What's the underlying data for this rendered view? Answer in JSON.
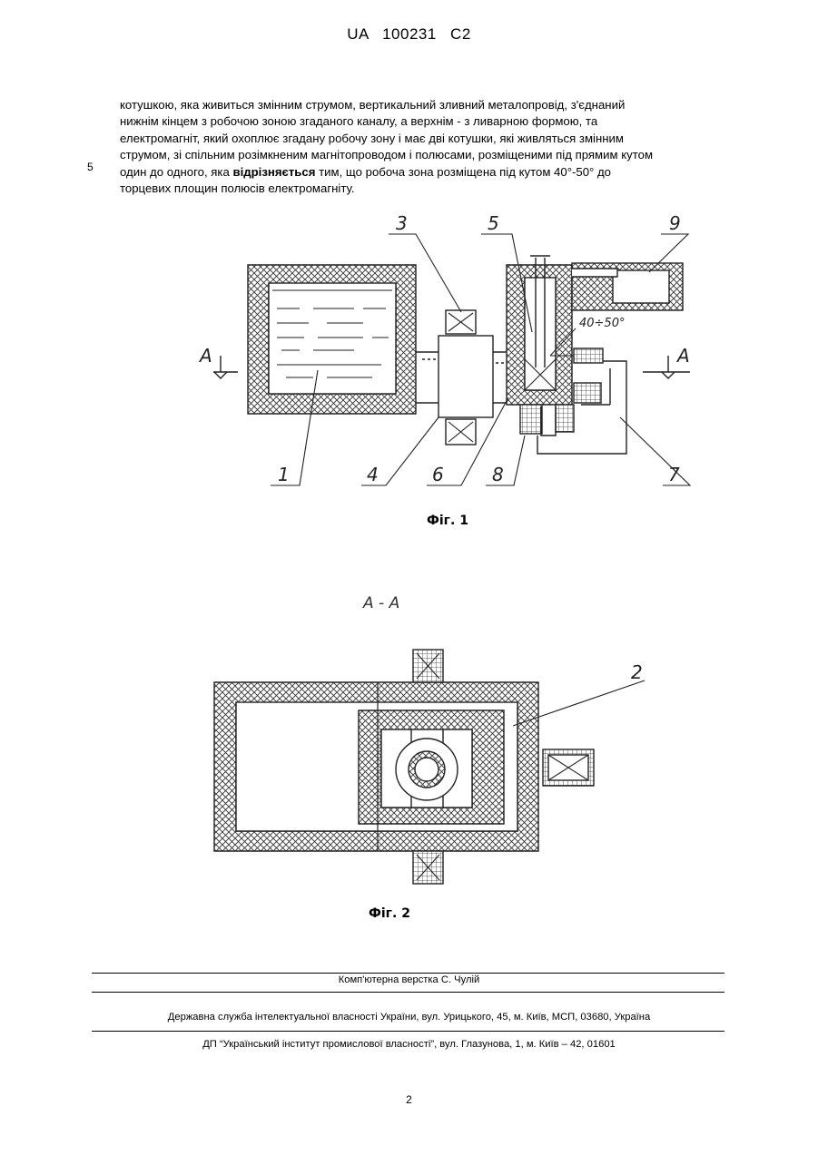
{
  "header": {
    "doc_id": "UA   100231   C2"
  },
  "claims": {
    "line_number": "5",
    "lines": [
      "котушкою, яка живиться змінним струмом, вертикальний зливний металопровід, з'єднаний",
      "нижнім кінцем з робочою зоною згаданого каналу, а верхнім - з ливарною формою, та",
      "електромагніт, який охоплює згадану робочу зону і має дві котушки, які живляться змінним",
      "струмом, зі спільним розімкненим магнітопроводом і полюсами, розміщеними під прямим кутом"
    ],
    "line5_before": "один до одного, яка ",
    "line5_bold": "відрізняється",
    "line5_after": " тим, що робоча зона розміщена під кутом 40°-50° до",
    "line6": "торцевих площин полюсів електромагніту."
  },
  "figure1": {
    "caption": "Фіг. 1",
    "angle_label": "40÷50°",
    "section_marks": [
      "A",
      "A"
    ],
    "callouts": [
      "3",
      "5",
      "9",
      "1",
      "4",
      "6",
      "8",
      "7"
    ]
  },
  "figure2": {
    "section_title": "A - A",
    "caption": "Фіг. 2",
    "callouts": [
      "2"
    ]
  },
  "footer": {
    "typesetting": "Комп'ютерна верстка С. Чулій",
    "agency": "Державна служба інтелектуальної власності України, вул. Урицького, 45, м. Київ, МСП, 03680, Україна",
    "institute": "ДП “Український інститут промислової власності”, вул. Глазунова, 1, м. Київ – 42, 01601"
  },
  "page_number": "2"
}
